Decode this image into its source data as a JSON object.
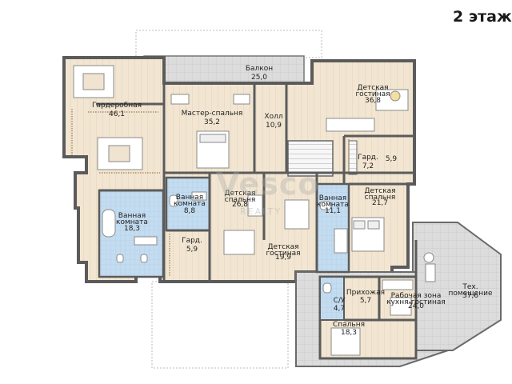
{
  "floor_title": "2 этаж",
  "watermark": {
    "logo_text": "Vesco",
    "sub_text": "REALTY"
  },
  "rooms": [
    {
      "name": "Балкон",
      "area": "25,0"
    },
    {
      "name": "Гардеробная",
      "area": "46,1"
    },
    {
      "name": "Мастер-спальня",
      "area": "35,2"
    },
    {
      "name": "Холл",
      "area": "10,9"
    },
    {
      "name": "Детская гостиная",
      "area": "36,8"
    },
    {
      "name": "Гард.",
      "area": "7,2"
    },
    {
      "name": "",
      "area": "5,9"
    },
    {
      "name": "Ванная комната",
      "area": "8,8"
    },
    {
      "name": "Детская спальня",
      "area": "26,8"
    },
    {
      "name": "Ванная комната",
      "area": "11,1"
    },
    {
      "name": "Детская спальня",
      "area": "21,7"
    },
    {
      "name": "Ванная комната",
      "area": "18,3"
    },
    {
      "name": "Гард.",
      "area": "5,9"
    },
    {
      "name": "Детская гостиная",
      "area": "19,9"
    },
    {
      "name": "Прихожая",
      "area": "5,7"
    },
    {
      "name": "С/У",
      "area": "4,7"
    },
    {
      "name": "Рабочая зона кухня-гостиная",
      "area": "24,0"
    },
    {
      "name": "Тех. помещение",
      "area": "37,6"
    },
    {
      "name": "Спальня",
      "area": "18,3"
    }
  ],
  "colors": {
    "wood_floor": "#f2e6d2",
    "tile_floor": "#bcd6ec",
    "terrace": "#dadada",
    "walls": "#6a6a6a",
    "furniture": "#ffffff"
  }
}
